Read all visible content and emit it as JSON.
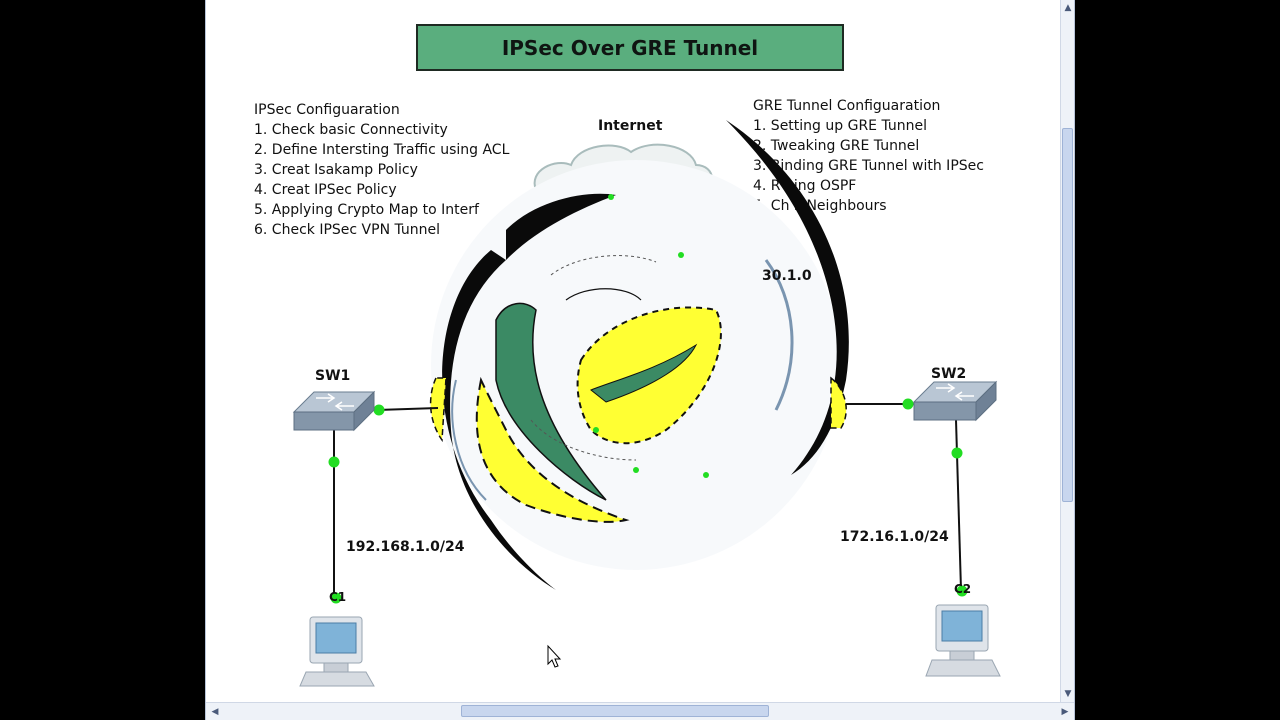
{
  "title": "IPSec Over GRE Tunnel",
  "ipsec_config": {
    "heading": "IPSec Configuaration",
    "steps": [
      "1. Check basic Connectivity",
      "2. Define Intersting Traffic using ACL",
      "3. Creat Isakamp Policy",
      "4. Creat IPSec Policy",
      "5. Applying Crypto Map to Interf",
      "6. Check IPSec VPN Tunnel"
    ]
  },
  "gre_config": {
    "heading": "GRE Tunnel Configuaration",
    "steps": [
      "1. Setting up GRE Tunnel",
      "2. Tweaking GRE Tunnel",
      "3. Binding GRE Tunnel with IPSec",
      "4. R   ning OSPF",
      "5. Ch   k Neighbours"
    ]
  },
  "labels": {
    "internet": "Internet",
    "sw1": "SW1",
    "sw2": "SW2",
    "pc1": "C1",
    "pc2": "C2",
    "net_left": "192.168.1.0/24",
    "net_right": "172.16.1.0/24",
    "partial_net": "30.1.0"
  },
  "colors": {
    "title_bg": "#5aae7e",
    "link_dot": "#22dd22",
    "tunnel_yellow": "#ffff33",
    "tunnel_green": "#3b8a64",
    "cloud": "#cfd8d8"
  }
}
